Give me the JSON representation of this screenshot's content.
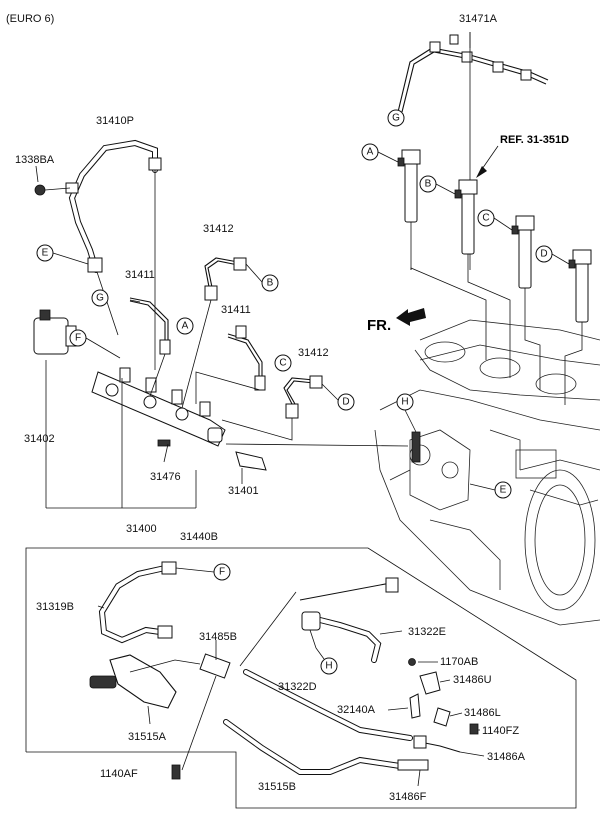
{
  "header": {
    "variant": "(EURO 6)"
  },
  "labels": {
    "p31471A": "31471A",
    "p31410P": "31410P",
    "p1338BA": "1338BA",
    "ref": "REF. 31-351D",
    "p31412a": "31412",
    "p31411a": "31411",
    "p31411b": "31411",
    "p31412b": "31412",
    "fr": "FR.",
    "p31402": "31402",
    "p31476": "31476",
    "p31401": "31401",
    "p31400": "31400",
    "p31440B": "31440B",
    "p31319B": "31319B",
    "p31485B": "31485B",
    "p31322E": "31322E",
    "p31322D": "31322D",
    "p1170AB": "1170AB",
    "p31486U": "31486U",
    "p32140A": "32140A",
    "p31486L": "31486L",
    "p1140FZ": "1140FZ",
    "p31515A": "31515A",
    "p31486A": "31486A",
    "p1140AF": "1140AF",
    "p31515B": "31515B",
    "p31486F": "31486F"
  },
  "callouts": {
    "g_top": "G",
    "a_inj": "A",
    "b_inj": "B",
    "c_inj": "C",
    "d_inj": "D",
    "e_left": "E",
    "g_left": "G",
    "b_pipe": "B",
    "a_pipe": "A",
    "f_rail": "F",
    "c_pipe": "C",
    "d_pipe": "D",
    "h_engine": "H",
    "e_engine": "E",
    "f_hose": "F",
    "h_hose": "H"
  }
}
